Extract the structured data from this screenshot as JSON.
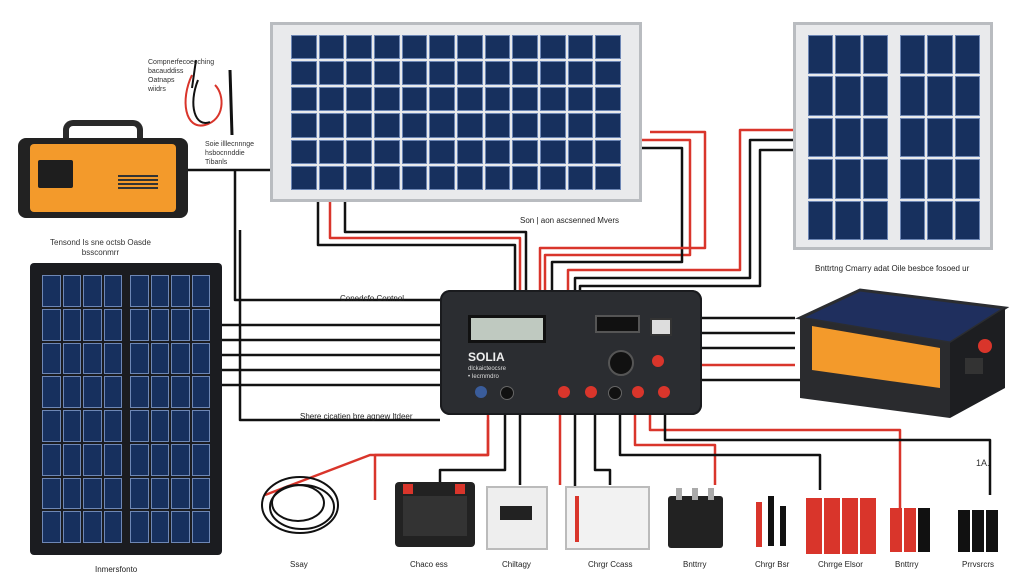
{
  "labels": {
    "top_left_callout": "Compnerfecoecching\nbacauddiss\nOatnaps\nwiidrs",
    "multimeter_note": "Soie illlecnnnge\nhsbocnnddie\nTibanls",
    "top_panel_caption": "Son | aon ascsenned Mvers",
    "right_panel_caption": "Bnttrtng Cmarry adat Oile besbce fosoed ur",
    "left_panel_caption": "Tensond Is sne octsb Oasde\nbssconmrr",
    "controller_label": "Conedcfo Contnol",
    "switch_label": "Shere cicatien bre agnew ltdeer",
    "controller_brand": "SOLIA",
    "controller_sub": "dlckaicteocsre",
    "controller_sub2": "• Iecrnmdro",
    "corner_mark": "1A.",
    "bottom_left_caption": "Inmersfonto",
    "item_captions": [
      "Ssay",
      "Chaco ess",
      "Chiltagy",
      "Chrgr Ccass",
      "Bnttrry",
      "Chrgr Bsr",
      "Chrrge Elsor",
      "Bnttrry",
      "Prrvsrcrs"
    ]
  },
  "colors": {
    "cell_blue": "#17305e",
    "orange": "#f39a2b",
    "wire_red": "#d9352b",
    "wire_black": "#111111",
    "controller": "#2b2d31"
  },
  "icons": [
    "portable-power-station-icon",
    "multimeter-probe-icon",
    "cable-coil-icon",
    "fuse-icon",
    "terminal-icon"
  ]
}
